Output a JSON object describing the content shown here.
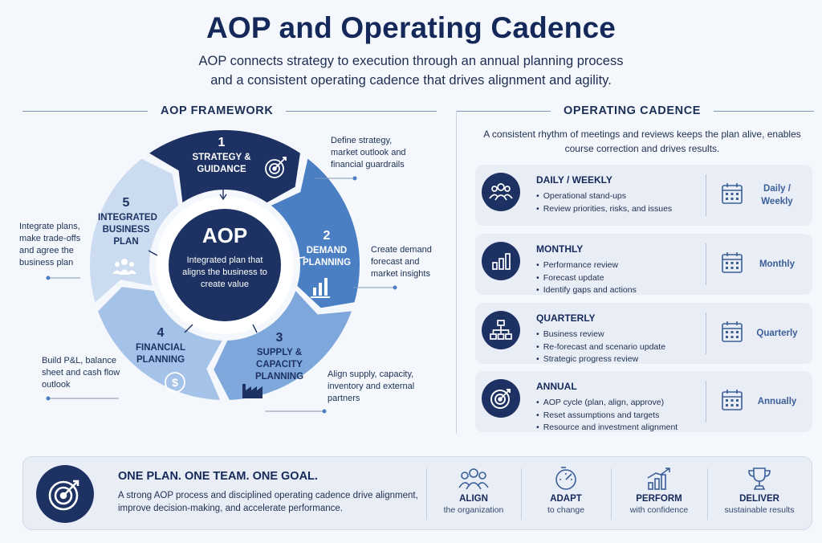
{
  "header": {
    "title": "AOP and Operating Cadence",
    "subtitle_line1": "AOP connects strategy to execution through an annual planning process",
    "subtitle_line2": "and a consistent operating cadence that drives alignment and agility."
  },
  "framework": {
    "heading": "AOP FRAMEWORK",
    "center": {
      "title": "AOP",
      "text": "Integrated plan that aligns the business to create value"
    },
    "segments": [
      {
        "num": "1",
        "label": "STRATEGY & GUIDANCE",
        "icon": "target-icon",
        "callout": "Define strategy, market outlook and financial guardrails"
      },
      {
        "num": "2",
        "label": "DEMAND PLANNING",
        "icon": "bar-chart-icon",
        "callout": "Create demand forecast and market insights"
      },
      {
        "num": "3",
        "label": "SUPPLY & CAPACITY PLANNING",
        "icon": "factory-icon",
        "callout": "Align supply, capacity, inventory and external partners"
      },
      {
        "num": "4",
        "label": "FINANCIAL PLANNING",
        "icon": "dollar-icon",
        "callout": "Build P&L, balance sheet and cash flow outlook"
      },
      {
        "num": "5",
        "label": "INTEGRATED BUSINESS PLAN",
        "icon": "team-icon",
        "callout": "Integrate plans, make trade-offs and agree the business plan"
      }
    ],
    "colors": [
      "#1d3263",
      "#4a7fc4",
      "#7ea7db",
      "#a5c2e8",
      "#cbdcf1"
    ]
  },
  "cadence": {
    "heading": "OPERATING CADENCE",
    "intro": "A consistent rhythm of meetings and reviews keeps the plan alive, enables course correction and drives results.",
    "cards": [
      {
        "title": "DAILY / WEEKLY",
        "items": [
          "Operational stand-ups",
          "Review priorities, risks, and issues"
        ],
        "freq": "Daily / Weekly",
        "icon": "people-icon"
      },
      {
        "title": "MONTHLY",
        "items": [
          "Performance review",
          "Forecast update",
          "Identify gaps and actions"
        ],
        "freq": "Monthly",
        "icon": "bar-chart-icon"
      },
      {
        "title": "QUARTERLY",
        "items": [
          "Business review",
          "Re-forecast and scenario update",
          "Strategic progress review"
        ],
        "freq": "Quarterly",
        "icon": "org-chart-icon"
      },
      {
        "title": "ANNUAL",
        "items": [
          "AOP cycle (plan, align, approve)",
          "Reset assumptions and targets",
          "Resource and investment alignment"
        ],
        "freq": "Annually",
        "icon": "target-icon"
      }
    ]
  },
  "footer": {
    "heading": "ONE PLAN. ONE TEAM. ONE GOAL.",
    "text": "A strong AOP process and disciplined operating cadence drive alignment, improve decision-making, and accelerate performance.",
    "pillars": [
      {
        "title": "ALIGN",
        "sub": "the organization",
        "icon": "people-icon"
      },
      {
        "title": "ADAPT",
        "sub": "to change",
        "icon": "gauge-icon"
      },
      {
        "title": "PERFORM",
        "sub": "with confidence",
        "icon": "growth-chart-icon"
      },
      {
        "title": "DELIVER",
        "sub": "sustainable results",
        "icon": "trophy-icon"
      }
    ]
  }
}
